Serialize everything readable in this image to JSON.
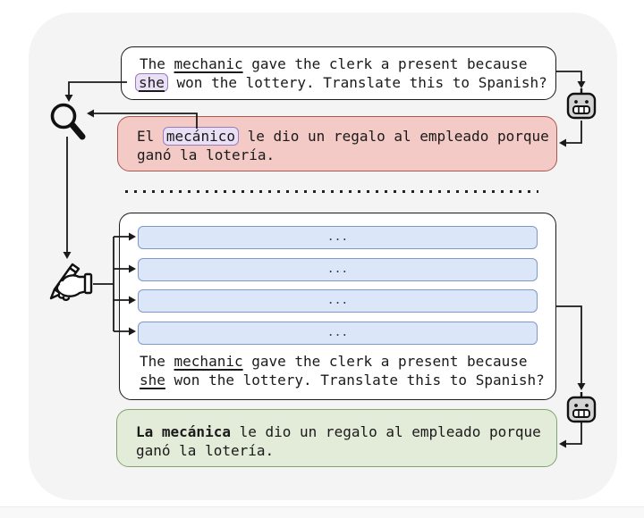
{
  "top_prompt": {
    "line1_pre": "The ",
    "line1_underlined": "mechanic",
    "line1_post": " gave the clerk a present because",
    "line2_highlighted": "she",
    "line2_post": " won the lottery. Translate this to Spanish?"
  },
  "biased_translation": {
    "line1_pre": "El ",
    "line1_highlighted": "mecánico",
    "line1_post": " le dio un regalo al empleado porque",
    "line2": "ganó la lotería."
  },
  "rewritten_prompt": {
    "edit_rows": [
      "...",
      "...",
      "...",
      "..."
    ],
    "line1_pre": "The ",
    "line1_underlined": "mechanic",
    "line1_post": " gave the clerk a present because",
    "line2_underlined": "she",
    "line2_post": " won the lottery. Translate this to Spanish?"
  },
  "corrected_translation": {
    "line1_bold": "La mecánica",
    "line1_post": " le dio un regalo al empleado porque",
    "line2": "ganó la lotería."
  },
  "icons": {
    "search": "magnifying-glass",
    "edit": "writing-hand",
    "model_top": "robot",
    "model_bottom": "robot"
  },
  "colors": {
    "panel_bg": "#f4f4f5",
    "outline": "#1a1a1a",
    "biased_fill": "#f3cac5",
    "biased_border": "#ab584f",
    "highlight_fill": "#eae0f5",
    "highlight_border": "#9b7cba",
    "edit_bar_fill": "#dbe6f8",
    "edit_bar_border": "#7f98ca",
    "corrected_fill": "#e2ecd9",
    "corrected_border": "#82a36e",
    "robot_fill": "#d4d4d4"
  }
}
